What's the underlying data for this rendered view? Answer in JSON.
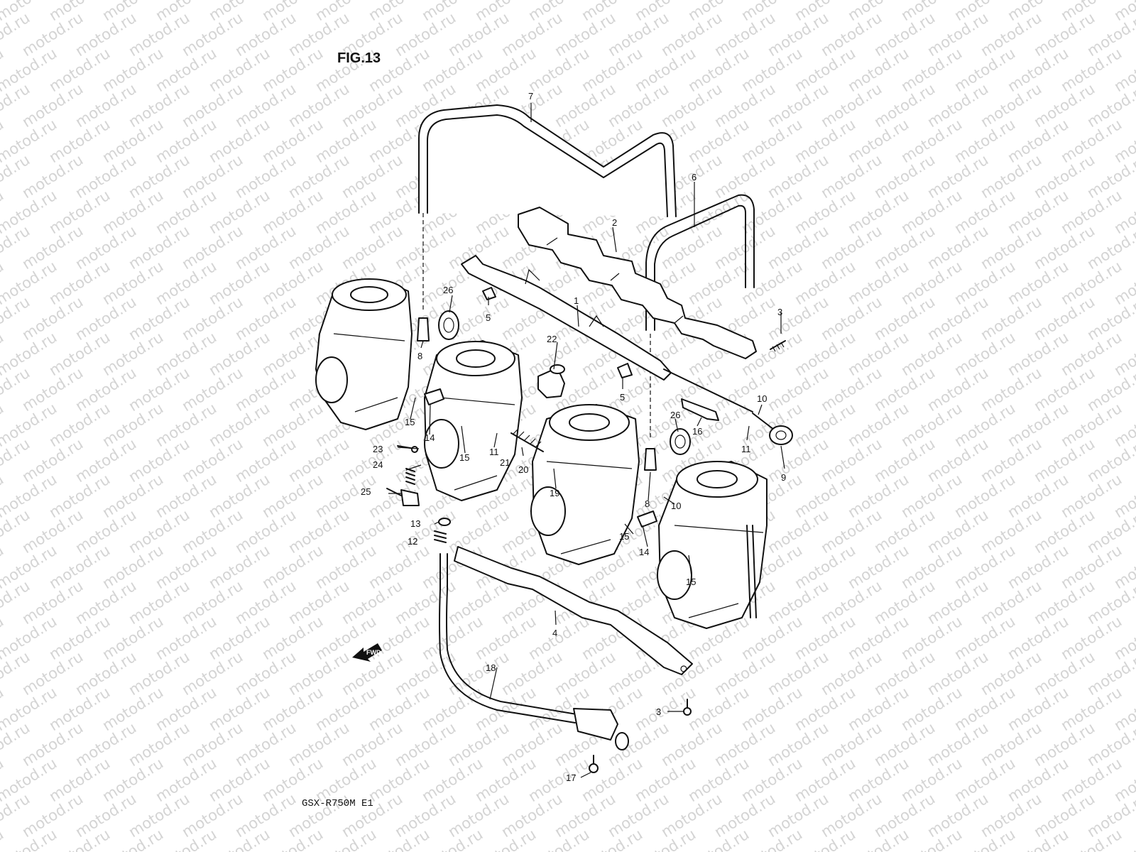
{
  "figure_title": "FIG.13",
  "model_code": "GSX-R750M E1",
  "watermark": "motod.ru",
  "fwd_label": "FWD",
  "callouts": {
    "n1": "1",
    "n2": "2",
    "n3a": "3",
    "n3b": "3",
    "n4": "4",
    "n5a": "5",
    "n5b": "5",
    "n6": "6",
    "n7": "7",
    "n8a": "8",
    "n8b": "8",
    "n9": "9",
    "n10a": "10",
    "n10b": "10",
    "n11a": "11",
    "n11b": "11",
    "n12": "12",
    "n13": "13",
    "n14a": "14",
    "n14b": "14",
    "n15a": "15",
    "n15b": "15",
    "n15c": "15",
    "n15d": "15",
    "n16": "16",
    "n17": "17",
    "n18": "18",
    "n19": "19",
    "n20": "20",
    "n21": "21",
    "n22": "22",
    "n23": "23",
    "n24": "24",
    "n25": "25",
    "n26a": "26",
    "n26b": "26"
  },
  "colors": {
    "line": "#111111",
    "watermark": "#d4d4d4",
    "background": "#ffffff"
  }
}
